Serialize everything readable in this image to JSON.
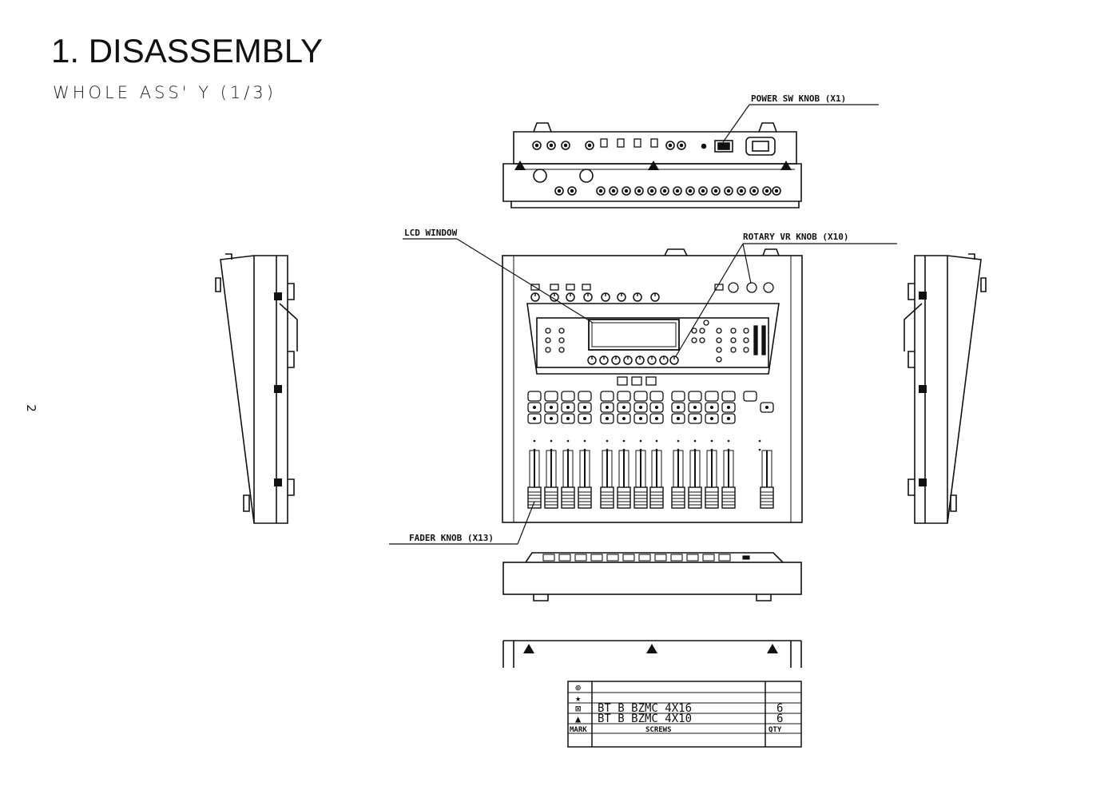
{
  "header": {
    "title": "1. DISASSEMBLY",
    "subtitle": "WHOLE ASS' Y (1/3)",
    "page_number": "2"
  },
  "callouts": {
    "power_sw": "POWER SW KNOB (X1)",
    "lcd_window": "LCD WINDOW",
    "rotary_vr": "ROTARY VR KNOB (X10)",
    "fader_knob": "FADER KNOB (X13)"
  },
  "screw_table": {
    "header_mark": "MARK",
    "header_screws": "SCREWS",
    "header_qty": "QTY",
    "rows": [
      {
        "mark": "⊕",
        "screw": "",
        "qty": ""
      },
      {
        "mark": "★",
        "screw": "",
        "qty": ""
      },
      {
        "mark": "⊠",
        "screw": "BT  B  BZMC  4X16",
        "qty": "6"
      },
      {
        "mark": "▲",
        "screw": "BT  B  BZMC  4X10",
        "qty": "6"
      }
    ]
  }
}
